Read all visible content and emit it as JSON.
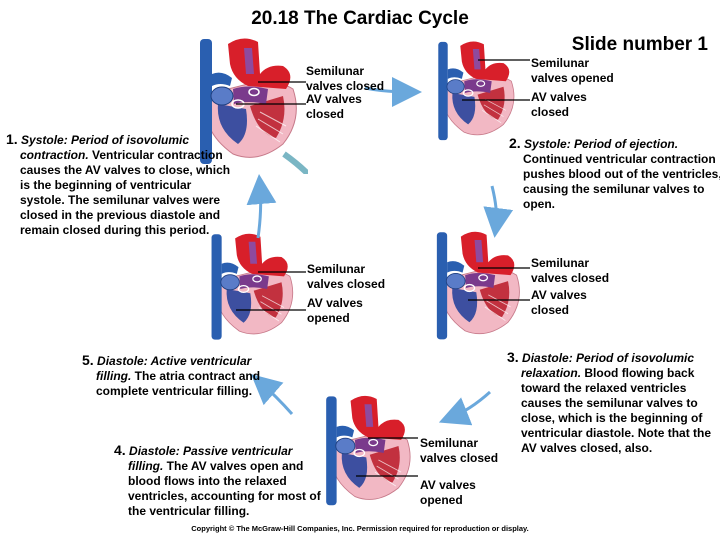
{
  "title": "20.18 The Cardiac Cycle",
  "slide_label": "Slide number 1",
  "stages": [
    {
      "number": "1.",
      "phase": "Systole: Period of isovolumic contraction.",
      "text": " Ventricular contraction causes the AV valves to close, which is the beginning of ventricular systole. The semilunar valves were closed in the previous diastole and remain closed during this period.",
      "semilunar": [
        "Semilunar",
        "valves closed"
      ],
      "av": [
        "AV valves",
        "closed"
      ]
    },
    {
      "number": "2.",
      "phase": "Systole: Period of ejection.",
      "text": " Continued ventricular contraction pushes blood out of the ventricles, causing the semilunar valves to open.",
      "semilunar": [
        "Semilunar",
        "valves opened"
      ],
      "av": [
        "AV valves",
        "closed"
      ]
    },
    {
      "number": "3.",
      "phase": "Diastole: Period of isovolumic relaxation.",
      "text": " Blood flowing back toward the relaxed ventricles causes the semilunar valves to close, which is the beginning of ventricular diastole. Note that the AV valves closed, also.",
      "semilunar": [
        "Semilunar",
        "valves closed"
      ],
      "av": [
        "AV valves",
        "closed"
      ]
    },
    {
      "number": "4.",
      "phase": "Diastole: Passive ventricular filling.",
      "text": " The AV valves open and blood flows into the relaxed ventricles, accounting for most of the ventricular filling.",
      "semilunar": [
        "Semilunar",
        "valves closed"
      ],
      "av": [
        "AV valves",
        "opened"
      ]
    },
    {
      "number": "5.",
      "phase": "Diastole: Active ventricular filling.",
      "text": " The atria contract and complete ventricular filling.",
      "semilunar": [
        "Semilunar",
        "valves closed"
      ],
      "av": [
        "AV valves",
        "opened"
      ]
    }
  ],
  "copyright": "Copyright © The McGraw-Hill Companies, Inc. Permission required for reproduction or display.",
  "colors": {
    "heart_red": "#d81f2a",
    "vessel_blue": "#2a5fb0",
    "purple": "#7a3a8c",
    "arrow_blue": "#6aa8dc",
    "muscle_pink": "#f2b8c4"
  }
}
